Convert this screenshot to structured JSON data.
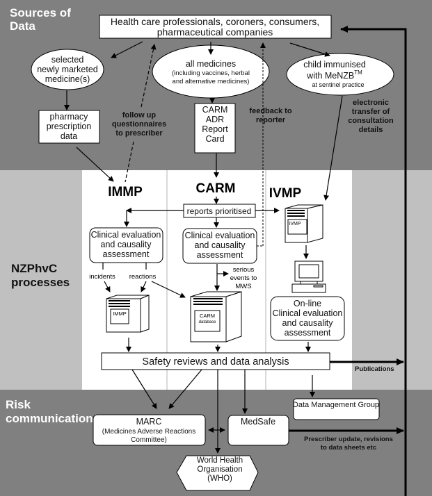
{
  "bands": {
    "sources": {
      "title_lines": [
        "Sources of",
        "Data"
      ]
    },
    "processes": {
      "title_lines": [
        "NZPhvC",
        "processes"
      ]
    },
    "risk": {
      "title_lines": [
        "Risk",
        "communication"
      ]
    }
  },
  "colors": {
    "dark_band": "#808080",
    "light_band": "#c0c0c0",
    "panel": "#ffffff",
    "line": "#000000",
    "divider": "#b4b4b4"
  },
  "nodes": {
    "reporters": {
      "lines": [
        "Health care professionals, coroners, consumers,",
        "pharmaceutical companies"
      ]
    },
    "selected_medicines": {
      "lines": [
        "selected",
        "newly marketed",
        "medicine(s)"
      ]
    },
    "all_medicines": {
      "lines": [
        "all medicines"
      ],
      "sub_lines": [
        "(including vaccines, herbal",
        "and alternative medicines)"
      ]
    },
    "child_immunised": {
      "line1": "child immunised",
      "line2": "with MeNZB",
      "superscript": "TM",
      "sub_line": "at sentinel practice"
    },
    "pharmacy_data": {
      "lines": [
        "pharmacy",
        "prescription",
        "data"
      ]
    },
    "carm_card": {
      "lines": [
        "CARM",
        "ADR",
        "Report",
        "Card"
      ]
    },
    "immp_heading": "IMMP",
    "carm_heading": "CARM",
    "ivmp_heading": "IVMP",
    "reports_prioritised": "reports prioritised",
    "immp_eval": {
      "lines": [
        "Clinical evaluation",
        "and causality",
        "assessment"
      ]
    },
    "carm_eval": {
      "lines": [
        "Clinical evaluation",
        "and causality",
        "assessment"
      ]
    },
    "ivmp_eval": {
      "lines": [
        "On-line",
        "Clinical evaluation",
        "and causality",
        "assessment"
      ]
    },
    "immp_db": {
      "label": "IMMP"
    },
    "carm_db": {
      "label_lines": [
        "CARM",
        "database"
      ]
    },
    "ivmp_db": {
      "label": "IVMP"
    },
    "safety_reviews": "Safety reviews and data analysis",
    "data_mgmt": "Data Management Group",
    "marc": {
      "title": "MARC",
      "sub_lines": [
        "(Medicines Adverse Reactions",
        "Committee)"
      ]
    },
    "medsafe": "MedSafe",
    "who": {
      "lines": [
        "World Health",
        "Organisation",
        "(WHO)"
      ]
    }
  },
  "edge_labels": {
    "follow_up": [
      "follow up",
      "questionnaires",
      "to prescriber"
    ],
    "feedback": [
      "feedback to",
      "reporter"
    ],
    "electronic": [
      "electronic",
      "transfer of",
      "consultation",
      "details"
    ],
    "incidents": "incidents",
    "reactions": "reactions",
    "serious": [
      "serious",
      "events to",
      "MWS"
    ],
    "publications": "Publications",
    "prescriber_update": [
      "Prescriber update, revisions",
      "to data sheets etc"
    ]
  }
}
